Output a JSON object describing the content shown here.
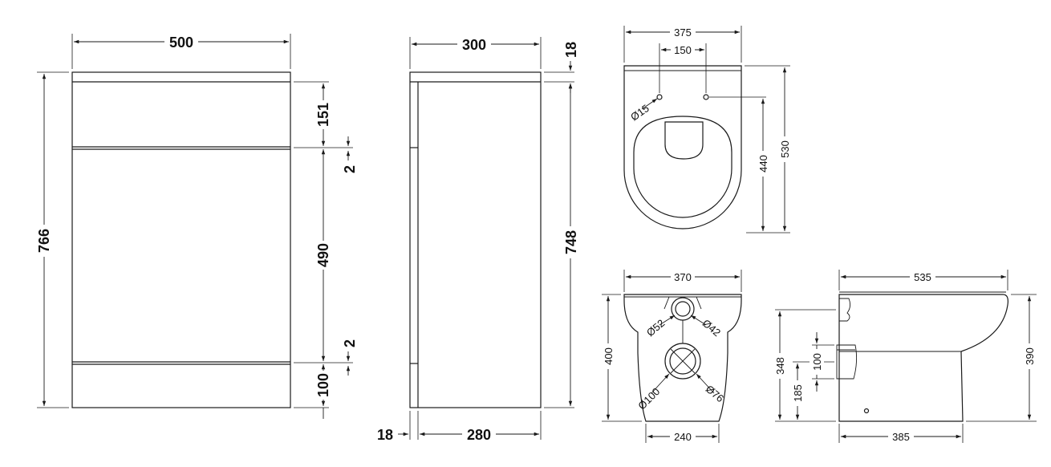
{
  "cabinet_front": {
    "width": "500",
    "height": "766",
    "top_section": "151",
    "gap_upper": "2",
    "middle_section": "490",
    "gap_lower": "2",
    "plinth": "100"
  },
  "cabinet_side": {
    "depth": "300",
    "top_thickness": "18",
    "body_height": "748",
    "door_thickness": "18",
    "carcass_depth": "280"
  },
  "pan_top": {
    "width": "375",
    "hole_spacing": "150",
    "hole_diameter": "Ø15",
    "seat_depth": "440",
    "overall_depth": "530"
  },
  "pan_front": {
    "width": "370",
    "height": "400",
    "dia_52": "Ø52",
    "dia_42": "Ø42",
    "dia_100": "Ø100",
    "dia_76": "Ø76",
    "base_width": "240"
  },
  "pan_side": {
    "depth": "535",
    "height": "390",
    "back_height": "348",
    "inlet_height": "100",
    "outlet_height": "185",
    "base_depth": "385"
  }
}
